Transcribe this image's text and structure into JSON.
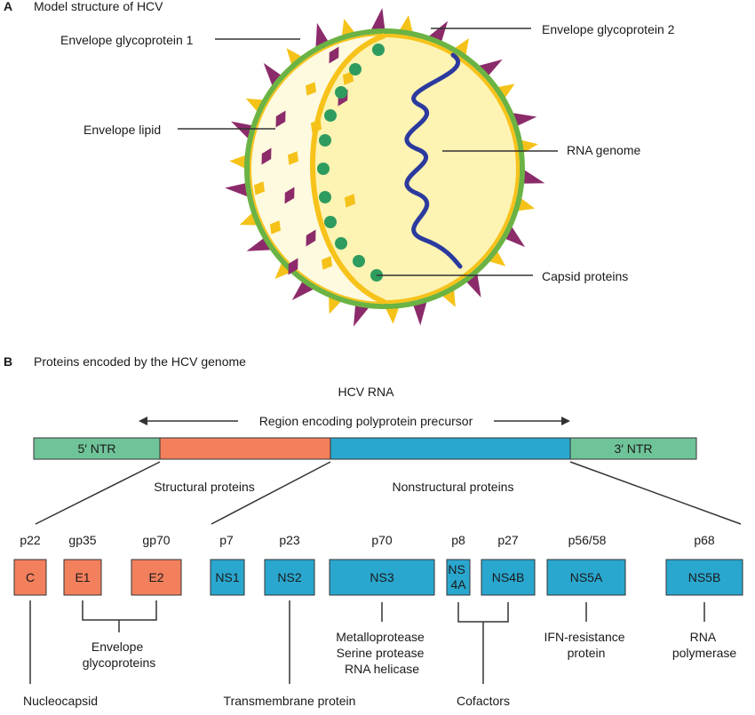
{
  "panel_a": {
    "letter": "A",
    "title": "Model structure of HCV",
    "labels": {
      "envelope_gp1": "Envelope glycoprotein 1",
      "envelope_gp2": "Envelope glycoprotein 2",
      "envelope_lipid": "Envelope lipid",
      "rna_genome": "RNA genome",
      "capsid_proteins": "Capsid proteins"
    }
  },
  "panel_b": {
    "letter": "B",
    "title": "Proteins encoded by the HCV genome",
    "rna_label": "HCV RNA",
    "region_label": "Region encoding polyprotein precursor",
    "segments": {
      "ntr5": "5′ NTR",
      "ntr3": "3′ NTR"
    },
    "structural_label": "Structural proteins",
    "nonstructural_label": "Nonstructural proteins",
    "proteins": [
      {
        "size": "p22",
        "name": "C"
      },
      {
        "size": "gp35",
        "name": "E1"
      },
      {
        "size": "gp70",
        "name": "E2"
      },
      {
        "size": "p7",
        "name": "NS1"
      },
      {
        "size": "p23",
        "name": "NS2"
      },
      {
        "size": "p70",
        "name": "NS3"
      },
      {
        "size": "p8",
        "name": "NS 4A"
      },
      {
        "size": "p27",
        "name": "NS4B"
      },
      {
        "size": "p56/58",
        "name": "NS5A"
      },
      {
        "size": "p68",
        "name": "NS5B"
      }
    ],
    "functions": {
      "nucleocapsid": "Nucleocapsid",
      "envelope_glycoproteins": "Envelope glycoproteins",
      "transmembrane": "Transmembrane protein",
      "ns3_functions": "Metalloprotease Serine protease RNA helicase",
      "cofactors": "Cofactors",
      "ifn_resistance": "IFN-resistance protein",
      "rna_polymerase": "RNA polymerase"
    }
  },
  "colors": {
    "envelope_green": "#6ab344",
    "envelope_yellow": "#f7c21a",
    "interior": "#fdf3b3",
    "lipid_region": "#fefae0",
    "capsid_green": "#2e9c5e",
    "rna_blue": "#2b3a9e",
    "spike_purple": "#8b2b6a",
    "spike_yellow": "#f5c219",
    "ntr_green": "#6fc398",
    "structural_orange": "#f2805c",
    "nonstructural_blue": "#2aa7cf"
  }
}
